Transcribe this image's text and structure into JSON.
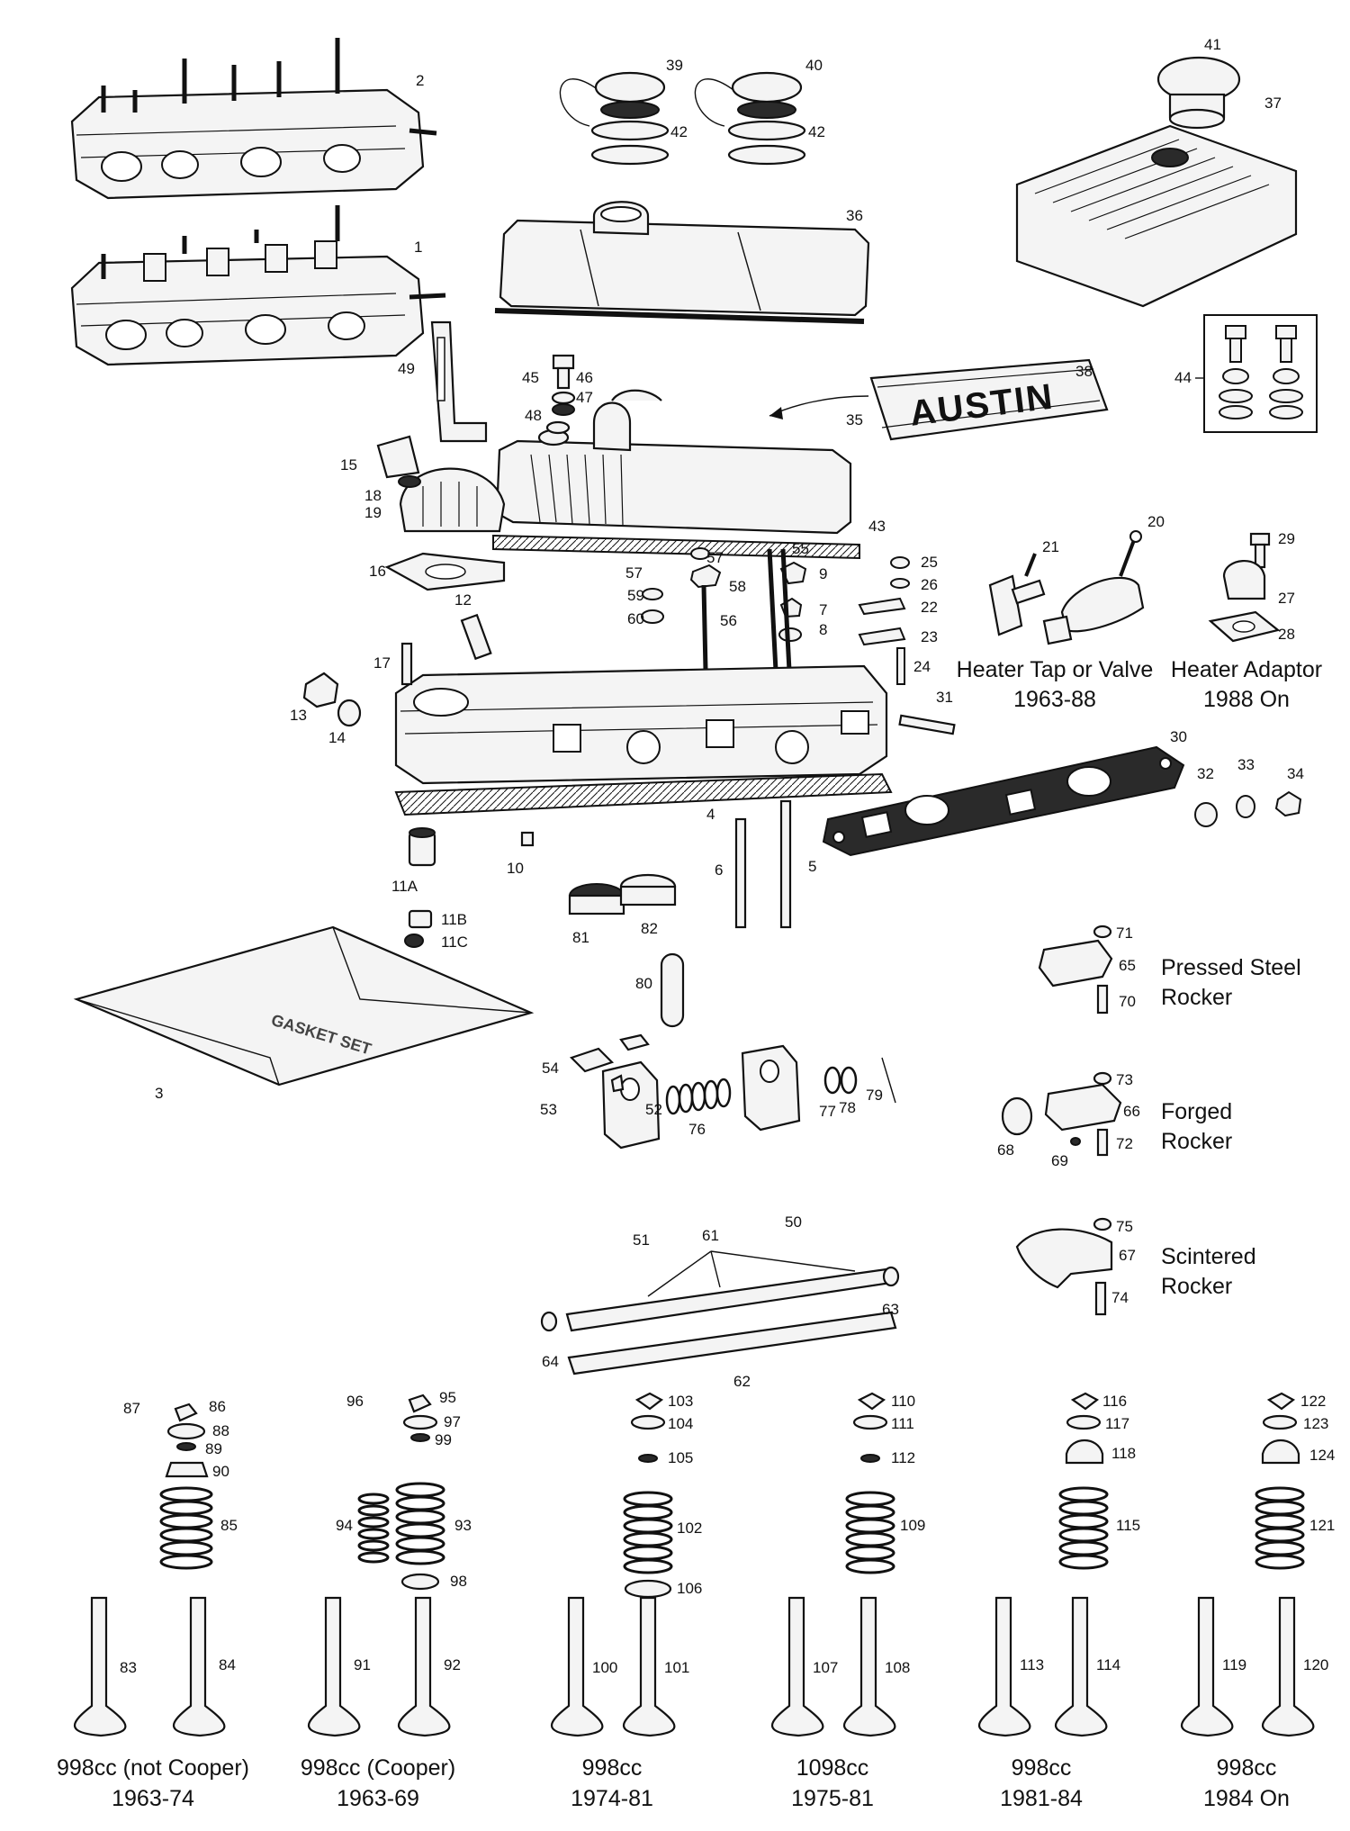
{
  "badge": {
    "text": "AUSTIN"
  },
  "gasket_set": {
    "text": "GASKET SET"
  },
  "part_numbers": {
    "n1": "1",
    "n2": "2",
    "n3": "3",
    "n4": "4",
    "n5": "5",
    "n6": "6",
    "n7": "7",
    "n8": "8",
    "n9": "9",
    "n10": "10",
    "n11a": "11A",
    "n11b": "11B",
    "n11c": "11C",
    "n12": "12",
    "n13": "13",
    "n14": "14",
    "n15": "15",
    "n16": "16",
    "n17": "17",
    "n18": "18",
    "n19": "19",
    "n20": "20",
    "n21": "21",
    "n22": "22",
    "n23": "23",
    "n24": "24",
    "n25": "25",
    "n26": "26",
    "n27": "27",
    "n28": "28",
    "n29": "29",
    "n30": "30",
    "n31": "31",
    "n32": "32",
    "n33": "33",
    "n34": "34",
    "n35": "35",
    "n36": "36",
    "n37": "37",
    "n38": "38",
    "n39": "39",
    "n40": "40",
    "n41": "41",
    "n42a": "42",
    "n42b": "42",
    "n43": "43",
    "n44": "44",
    "n45": "45",
    "n46": "46",
    "n47": "47",
    "n48": "48",
    "n49": "49",
    "n50": "50",
    "n51": "51",
    "n52": "52",
    "n53": "53",
    "n54": "54",
    "n55": "55",
    "n56": "56",
    "n57a": "57",
    "n57b": "57",
    "n58": "58",
    "n59": "59",
    "n60": "60",
    "n61": "61",
    "n62": "62",
    "n63": "63",
    "n64": "64",
    "n65": "65",
    "n66": "66",
    "n67": "67",
    "n68": "68",
    "n69": "69",
    "n70": "70",
    "n71": "71",
    "n72": "72",
    "n73": "73",
    "n74": "74",
    "n75": "75",
    "n76": "76",
    "n77": "77",
    "n78": "78",
    "n79": "79",
    "n80": "80",
    "n81": "81",
    "n82": "82",
    "n83": "83",
    "n84": "84",
    "n85": "85",
    "n86": "86",
    "n87": "87",
    "n88": "88",
    "n89": "89",
    "n90": "90",
    "n91": "91",
    "n92": "92",
    "n93": "93",
    "n94": "94",
    "n95": "95",
    "n96": "96",
    "n97": "97",
    "n98": "98",
    "n99": "99",
    "n100": "100",
    "n101": "101",
    "n102": "102",
    "n103": "103",
    "n104": "104",
    "n105": "105",
    "n106": "106",
    "n107": "107",
    "n108": "108",
    "n109": "109",
    "n110": "110",
    "n111": "111",
    "n112": "112",
    "n113": "113",
    "n114": "114",
    "n115": "115",
    "n116": "116",
    "n117": "117",
    "n118": "118",
    "n119": "119",
    "n120": "120",
    "n121": "121",
    "n122": "122",
    "n123": "123",
    "n124": "124"
  },
  "captions": {
    "heater_tap_l1": "Heater Tap or Valve",
    "heater_tap_l2": "1963-88",
    "heater_adaptor_l1": "Heater Adaptor",
    "heater_adaptor_l2": "1988 On",
    "pressed_l1": "Pressed Steel",
    "pressed_l2": "Rocker",
    "forged_l1": "Forged",
    "forged_l2": "Rocker",
    "scintered_l1": "Scintered",
    "scintered_l2": "Rocker",
    "v1_l1": "998cc (not Cooper)",
    "v1_l2": "1963-74",
    "v2_l1": "998cc (Cooper)",
    "v2_l2": "1963-69",
    "v3_l1": "998cc",
    "v3_l2": "1974-81",
    "v4_l1": "1098cc",
    "v4_l2": "1975-81",
    "v5_l1": "998cc",
    "v5_l2": "1981-84",
    "v6_l1": "998cc",
    "v6_l2": "1984 On"
  }
}
